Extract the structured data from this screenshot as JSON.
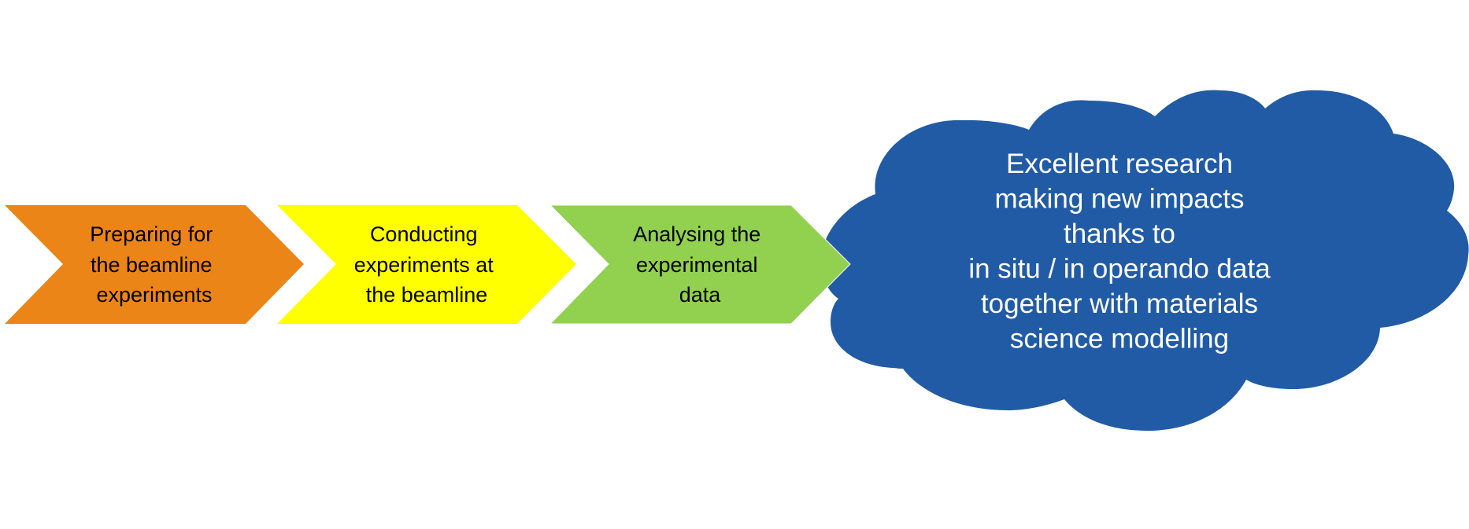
{
  "steps": [
    {
      "label_lines": [
        "Preparing for",
        "the beamline",
        "experiments"
      ],
      "color": "#EC8517",
      "text_color": "#000000"
    },
    {
      "label_lines": [
        "Conducting",
        "experiments at",
        "the beamline"
      ],
      "color": "#FFFF00",
      "text_color": "#000000"
    },
    {
      "label_lines": [
        "Analysing the",
        "experimental",
        "data"
      ],
      "color": "#92D050",
      "text_color": "#000000"
    }
  ],
  "outcome": {
    "shape": "cloud",
    "color": "#215BA6",
    "text_color": "#FFFFFF",
    "lines": [
      "Excellent research",
      "making new impacts",
      "thanks to",
      "in situ / in operando data",
      "together with materials",
      "science modelling"
    ]
  }
}
